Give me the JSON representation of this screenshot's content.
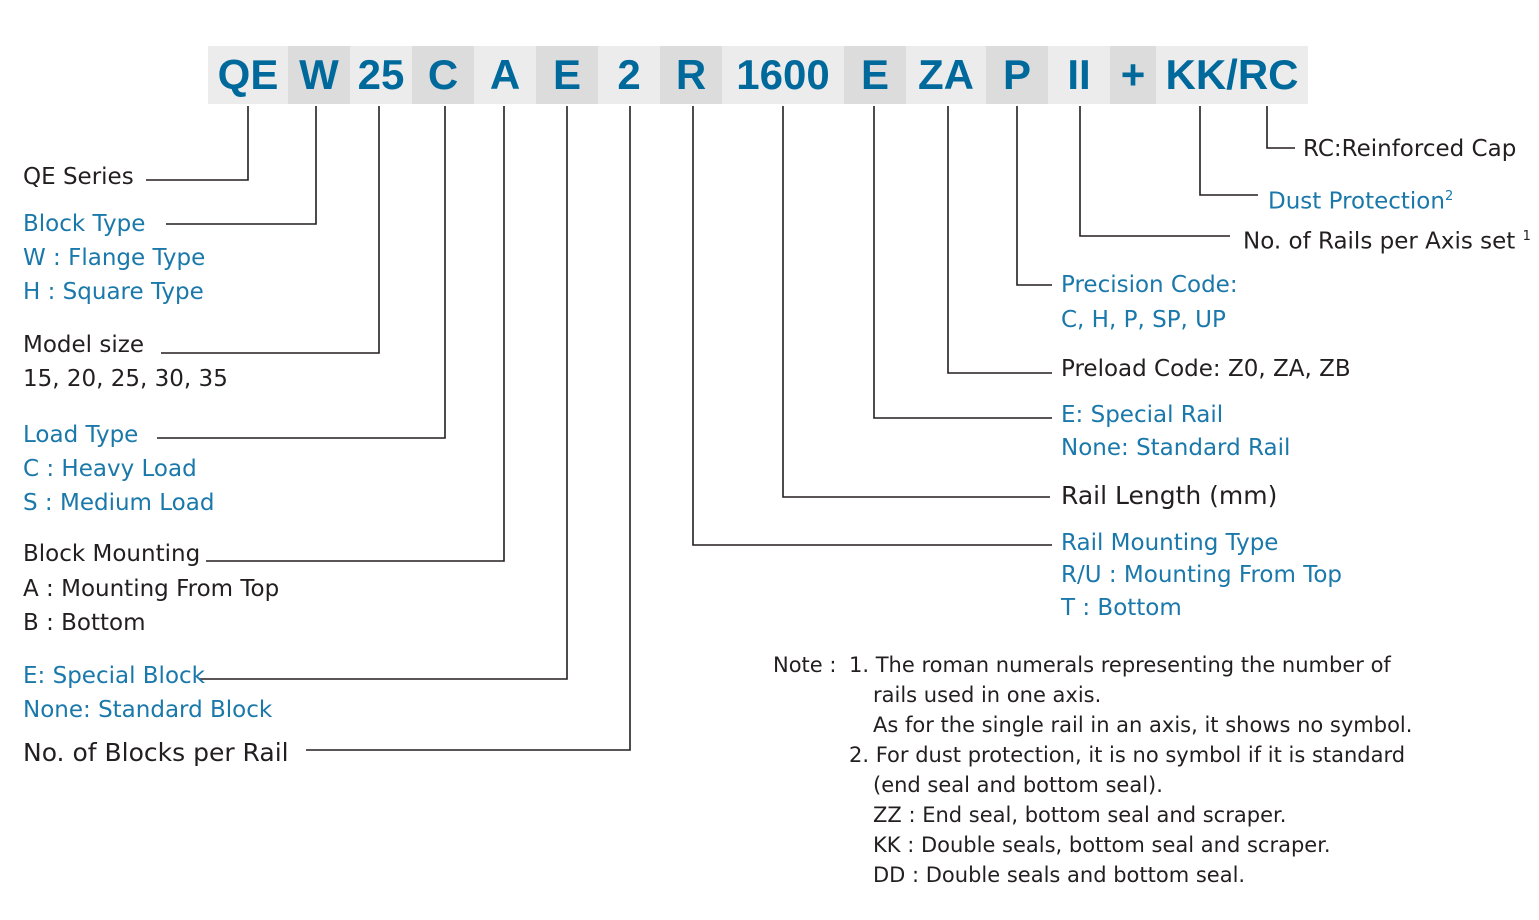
{
  "code_segments": [
    "QE",
    "W",
    "25",
    "C",
    "A",
    "E",
    "2",
    "R",
    "1600",
    "E",
    "ZA",
    "P",
    "II",
    "+",
    "KK/RC"
  ],
  "left_labels": {
    "series": "QE Series",
    "block_type": {
      "title": "Block Type",
      "w": "W : Flange Type",
      "h": "H : Square Type"
    },
    "model_size": {
      "title": "Model size",
      "values": "15, 20, 25, 30, 35"
    },
    "load_type": {
      "title": "Load Type",
      "c": "C : Heavy Load",
      "s": "S : Medium Load"
    },
    "block_mounting": {
      "title": "Block Mounting",
      "a": "A : Mounting From Top",
      "b": "B : Bottom"
    },
    "special_block": {
      "e": "E: Special Block",
      "none": "None: Standard Block"
    },
    "blocks_per_rail": "No. of Blocks per Rail"
  },
  "right_labels": {
    "rc": "RC:Reinforced Cap",
    "dust": "Dust Protection",
    "dust_sup": "2",
    "rails_per_axis": "No. of Rails per Axis set",
    "rails_sup": "1",
    "precision": {
      "title": "Precision Code:",
      "values": "C, H, P, SP, UP"
    },
    "preload": "Preload Code: Z0, ZA, ZB",
    "special_rail": {
      "e": "E: Special Rail",
      "none": "None: Standard Rail"
    },
    "rail_length": "Rail Length (mm)",
    "rail_mounting": {
      "title": "Rail Mounting Type",
      "ru": "R/U : Mounting From Top",
      "t": "T : Bottom"
    }
  },
  "note": {
    "label": "Note :",
    "n1": "1. The roman numerals representing the number of",
    "n1b": "rails used in one axis.",
    "n1c": "As for the single rail in an axis, it shows no symbol.",
    "n2": "2. For dust protection, it is no symbol if it is standard",
    "n2b": "(end seal and bottom seal).",
    "zz": "ZZ :  End seal, bottom seal and scraper.",
    "kk": "KK : Double seals, bottom seal and scraper.",
    "dd": "DD : Double seals and bottom seal."
  }
}
